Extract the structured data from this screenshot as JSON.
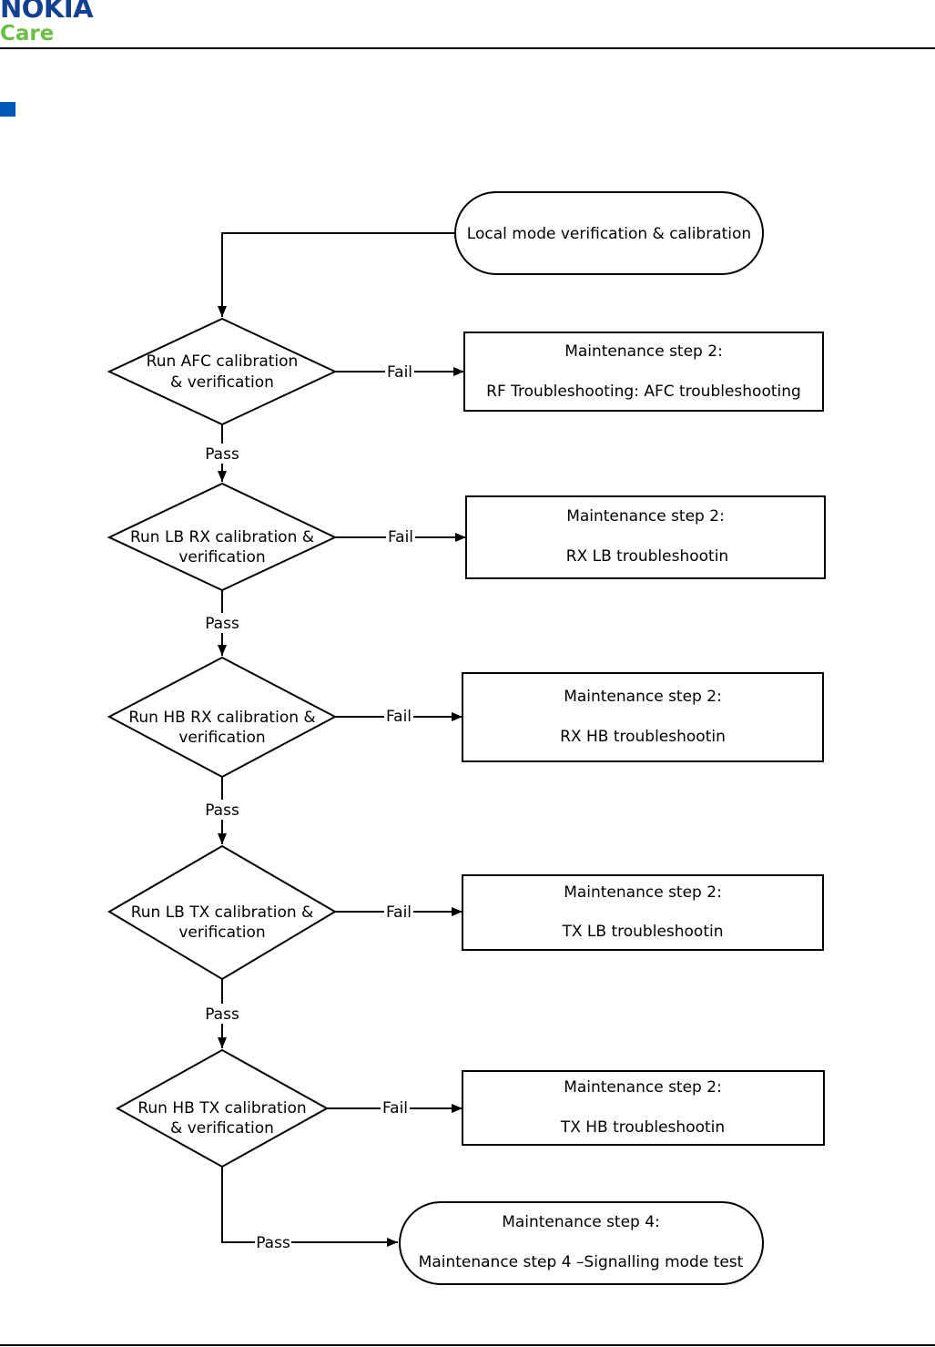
{
  "header": {
    "logo_nokia": "NOKIA",
    "logo_care": "Care",
    "brand_blue": "#124191",
    "brand_green": "#6cbe45"
  },
  "section_marker_color": "#0057b8",
  "flowchart": {
    "start": "Local mode verification & calibration",
    "decisions": [
      {
        "line1": "Run AFC calibration",
        "line2": "& verification",
        "fail_label": "Fail",
        "pass_label": "Pass",
        "fail_box": {
          "line1": "Maintenance step 2:",
          "line2": "RF Troubleshooting: AFC troubleshooting"
        }
      },
      {
        "line1": "Run LB RX calibration &",
        "line2": "verification",
        "fail_label": "Fail",
        "pass_label": "Pass",
        "fail_box": {
          "line1": "Maintenance step 2:",
          "line2": "RX LB troubleshootin"
        }
      },
      {
        "line1": "Run HB RX calibration &",
        "line2": "verification",
        "fail_label": "Fail",
        "pass_label": "Pass",
        "fail_box": {
          "line1": "Maintenance step 2:",
          "line2": "RX HB troubleshootin"
        }
      },
      {
        "line1": "Run LB TX calibration &",
        "line2": "verification",
        "fail_label": "Fail",
        "pass_label": "Pass",
        "fail_box": {
          "line1": "Maintenance step 2:",
          "line2": "TX LB troubleshootin"
        }
      },
      {
        "line1": "Run HB TX calibration",
        "line2": "& verification",
        "fail_label": "Fail",
        "pass_label": "Pass",
        "fail_box": {
          "line1": "Maintenance step 2:",
          "line2": "TX HB troubleshootin"
        }
      }
    ],
    "end": {
      "line1": "Maintenance step 4:",
      "line2": "Maintenance step 4 –Signalling mode test"
    }
  }
}
